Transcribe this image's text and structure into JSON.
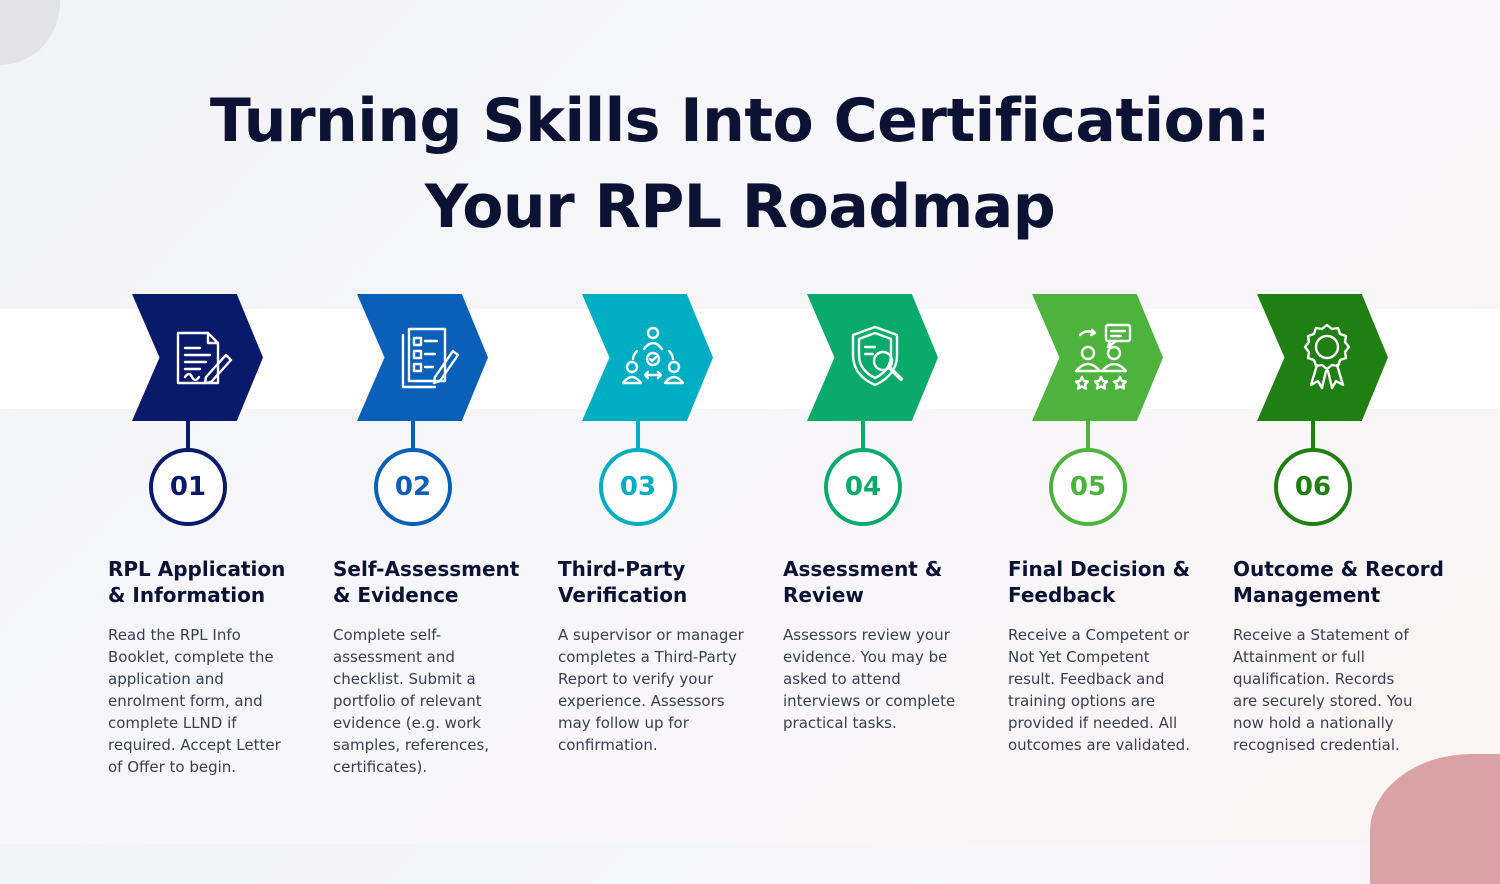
{
  "title_line1": "Turning Skills Into Certification:",
  "title_line2": "Your RPL Roadmap",
  "steps": [
    {
      "number": "01",
      "icon": "document-signature-icon",
      "color": "#0a1a6b",
      "heading_line1": "RPL Application",
      "heading_line2": "& Information",
      "description": "Read the RPL Info Booklet, complete the application and enrolment form, and complete LLND if required. Accept Letter of Offer to begin."
    },
    {
      "number": "02",
      "icon": "checklist-pencil-icon",
      "color": "#0a5fb8",
      "heading_line1": "Self-Assessment",
      "heading_line2": "& Evidence",
      "description": "Complete self-assessment and checklist. Submit a portfolio of relevant evidence (e.g. work samples, references, certificates)."
    },
    {
      "number": "03",
      "icon": "people-verification-icon",
      "color": "#00aec3",
      "heading_line1": "Third-Party",
      "heading_line2": "Verification",
      "description": "A supervisor or manager completes a Third-Party Report to verify your experience. Assessors may follow up for confirmation."
    },
    {
      "number": "04",
      "icon": "shield-magnifier-icon",
      "color": "#0aaa6a",
      "heading_line1": "Assessment &",
      "heading_line2": "Review",
      "description": "Assessors review your evidence. You may be asked to attend interviews or complete practical tasks."
    },
    {
      "number": "05",
      "icon": "feedback-stars-icon",
      "color": "#4db33d",
      "heading_line1": "Final Decision &",
      "heading_line2": "Feedback",
      "description": "Receive a Competent or Not Yet Competent result. Feedback and training options are provided if needed. All outcomes are validated."
    },
    {
      "number": "06",
      "icon": "award-ribbon-icon",
      "color": "#1f7f12",
      "heading_line1": "Outcome & Record",
      "heading_line2": "Management",
      "description": "Receive a Statement of Attainment or full qualification. Records are securely stored. You now hold a nationally recognised credential."
    }
  ]
}
